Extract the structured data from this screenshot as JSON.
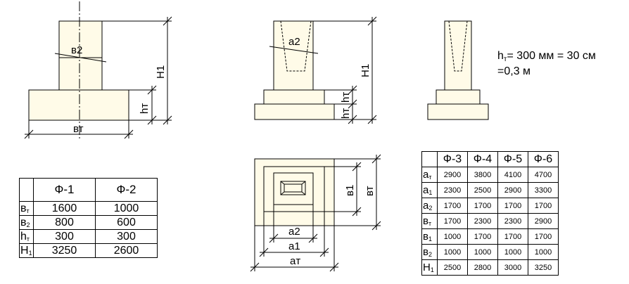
{
  "labels": {
    "fig1_b2": "в2",
    "fig1_H1": "H1",
    "fig1_ht": "hт",
    "fig1_bt": "вт",
    "fig2_a2": "a2",
    "fig2_H1": "H1",
    "fig2_ht_upper": "hт",
    "fig2_ht_lower": "hт",
    "plan_b1": "в1",
    "plan_bt": "вт",
    "plan_a2": "a2",
    "plan_a1": "a1",
    "plan_at": "aт"
  },
  "note": {
    "line1_prefix": "h",
    "line1_sub": "т",
    "line1_rest": "= 300 мм = 30 см",
    "line2": "=0,3 м"
  },
  "table1": {
    "headers": [
      "Ф-1",
      "Ф-2"
    ],
    "rows": [
      {
        "sym": "в",
        "sub": "т",
        "values": [
          "1600",
          "1000"
        ]
      },
      {
        "sym": "в",
        "sub": "2",
        "values": [
          "800",
          "600"
        ]
      },
      {
        "sym": "h",
        "sub": "т",
        "values": [
          "300",
          "300"
        ]
      },
      {
        "sym": "H",
        "sub": "1",
        "values": [
          "3250",
          "2600"
        ]
      }
    ]
  },
  "table2": {
    "headers": [
      "Ф-3",
      "Ф-4",
      "Ф-5",
      "Ф-6"
    ],
    "rows": [
      {
        "sym": "a",
        "sub": "т",
        "values": [
          "2900",
          "3800",
          "4100",
          "4700"
        ]
      },
      {
        "sym": "a",
        "sub": "1",
        "values": [
          "2300",
          "2500",
          "2900",
          "3300"
        ]
      },
      {
        "sym": "a",
        "sub": "2",
        "values": [
          "1700",
          "1700",
          "1700",
          "1700"
        ]
      },
      {
        "sym": "в",
        "sub": "т",
        "values": [
          "1700",
          "2300",
          "2300",
          "2900"
        ]
      },
      {
        "sym": "в",
        "sub": "1",
        "values": [
          "1000",
          "1700",
          "1700",
          "1700"
        ]
      },
      {
        "sym": "в",
        "sub": "2",
        "values": [
          "1000",
          "1000",
          "1000",
          "1000"
        ]
      },
      {
        "sym": "H",
        "sub": "1",
        "values": [
          "2500",
          "2800",
          "3000",
          "3250"
        ]
      }
    ]
  }
}
